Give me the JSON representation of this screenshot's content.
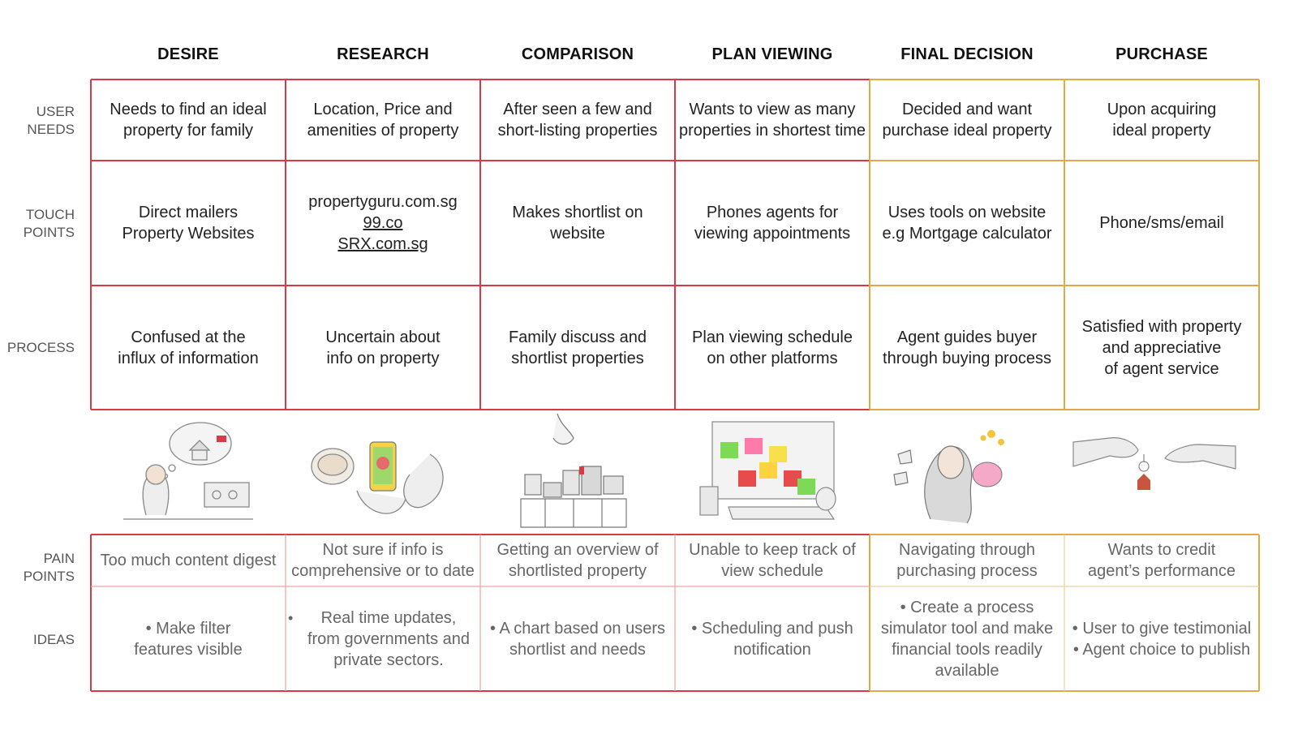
{
  "stages": [
    "DESIRE",
    "RESEARCH",
    "COMPARISON",
    "PLAN VIEWING",
    "FINAL DECISION",
    "PURCHASE"
  ],
  "row_labels": {
    "user_needs": [
      "USER",
      "NEEDS"
    ],
    "touch_points": [
      "TOUCH",
      "POINTS"
    ],
    "process": [
      "PROCESS"
    ],
    "pain_points": [
      "PAIN",
      "POINTS"
    ],
    "ideas": [
      "IDEAS"
    ]
  },
  "user_needs": [
    [
      "Needs to find an ideal",
      "property for family"
    ],
    [
      "Location, Price and",
      "amenities of property"
    ],
    [
      "After seen a few and",
      "short-listing properties"
    ],
    [
      "Wants to view as many",
      "properties in shortest time"
    ],
    [
      "Decided and want",
      "purchase ideal property"
    ],
    [
      "Upon acquiring",
      "ideal property"
    ]
  ],
  "touch_points": [
    [
      "Direct mailers",
      "Property Websites"
    ],
    [
      "propertyguru.com.sg",
      "99.co",
      "SRX.com.sg"
    ],
    [
      "Makes shortlist on",
      "website"
    ],
    [
      "Phones agents for",
      "viewing appointments"
    ],
    [
      "Uses tools on website",
      "e.g Mortgage calculator"
    ],
    [
      "Phone/sms/email"
    ]
  ],
  "process": [
    [
      "Confused at the",
      "influx of information"
    ],
    [
      "Uncertain about",
      "info on property"
    ],
    [
      "Family discuss and",
      "shortlist properties"
    ],
    [
      "Plan viewing schedule",
      "on other platforms"
    ],
    [
      "Agent guides buyer",
      "through buying process"
    ],
    [
      "Satisfied with property",
      "and appreciative",
      "of agent service"
    ]
  ],
  "pain_points": [
    [
      "Too much content digest"
    ],
    [
      "Not sure if info is",
      "comprehensive or to date"
    ],
    [
      "Getting an overview of",
      "shortlisted property"
    ],
    [
      "Unable to keep track of",
      "view schedule"
    ],
    [
      "Navigating through",
      "purchasing process"
    ],
    [
      "Wants to credit",
      "agent’s performance"
    ]
  ],
  "ideas": [
    [
      "• Make filter",
      "features visible"
    ],
    [
      "Real time updates,",
      "from governments and",
      "private sectors."
    ],
    [
      "• A chart based on users",
      "shortlist and needs"
    ],
    [
      "• Scheduling and push",
      "notification"
    ],
    [
      "• Create a process",
      "simulator tool and make",
      "financial tools readily",
      "available"
    ],
    [
      "• User to give testimonial",
      "• Agent choice to publish"
    ]
  ],
  "stray_bullet": "•",
  "colors": {
    "red_border": "#d63b45",
    "orange_border": "#e3a948",
    "red_inner": "#e8a3a8",
    "orange_inner": "#f0cf9a"
  },
  "illustration_icons": [
    "woman-dreaming-of-house-icon",
    "phone-and-coffee-icon",
    "hand-picking-houses-icon",
    "sticky-notes-board-icon",
    "woman-with-piggy-bank-icon",
    "handing-over-keys-icon"
  ]
}
